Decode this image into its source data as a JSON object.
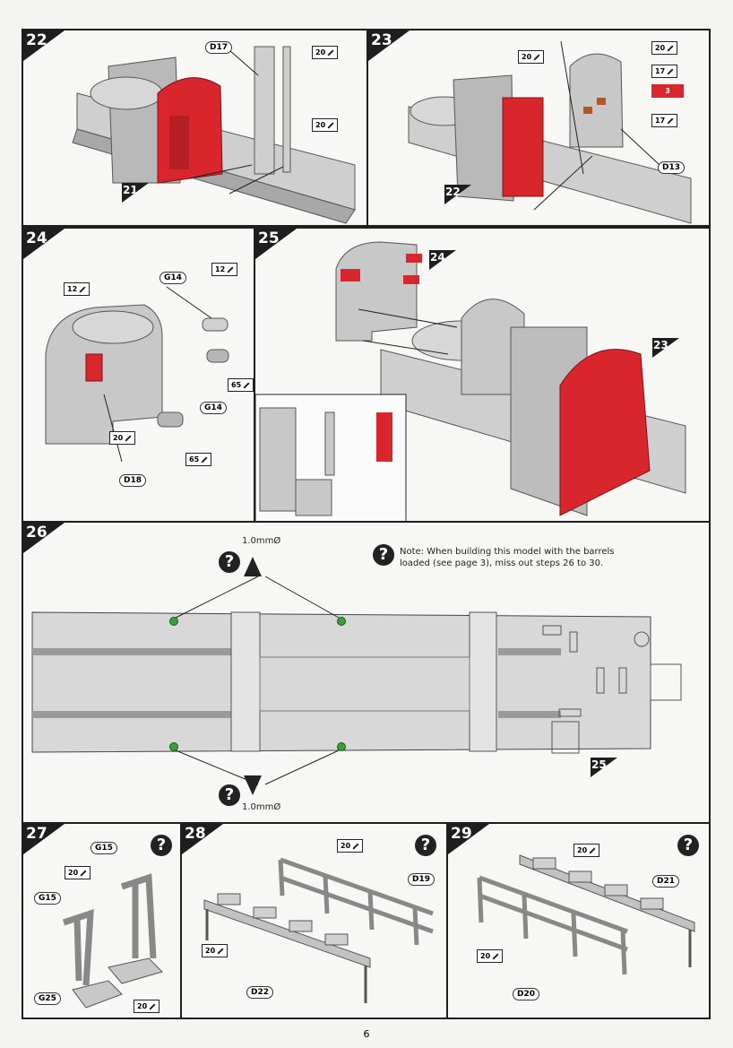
{
  "page_number": "6",
  "steps": {
    "s22": {
      "num": "22",
      "ref_from": "21",
      "callouts": [
        "D17"
      ],
      "tags": [
        "20",
        "20"
      ]
    },
    "s23": {
      "num": "23",
      "ref_from": "22",
      "callouts": [
        "D13"
      ],
      "tags": [
        "20",
        "20",
        "17",
        "17"
      ],
      "red_tag": "3"
    },
    "s24": {
      "num": "24",
      "callouts": [
        "G14",
        "G14",
        "D18"
      ],
      "tags": [
        "12",
        "12",
        "65",
        "65",
        "20"
      ]
    },
    "s25": {
      "num": "25",
      "ref_a": "24",
      "ref_b": "23"
    },
    "s26": {
      "num": "26",
      "ref_from": "25",
      "drill_top": "1.0mmØ",
      "drill_bottom": "1.0mmØ",
      "note": "Note: When building this model with the barrels loaded (see page 3), miss out steps 26 to 30."
    },
    "s27": {
      "num": "27",
      "callouts": [
        "G15",
        "G15",
        "G25"
      ],
      "tags": [
        "20",
        "20"
      ]
    },
    "s28": {
      "num": "28",
      "callouts": [
        "D19",
        "D22"
      ],
      "tags": [
        "20",
        "20"
      ]
    },
    "s29": {
      "num": "29",
      "callouts": [
        "D21",
        "D20"
      ],
      "tags": [
        "20",
        "20"
      ]
    }
  },
  "colors": {
    "accent": "#d9262c",
    "grey": "#c2c2c2",
    "dark": "#1e1e1e"
  },
  "icons": {
    "help": "question-mark-icon",
    "drill": "drill-icon",
    "paint": "paint-brush-icon"
  }
}
